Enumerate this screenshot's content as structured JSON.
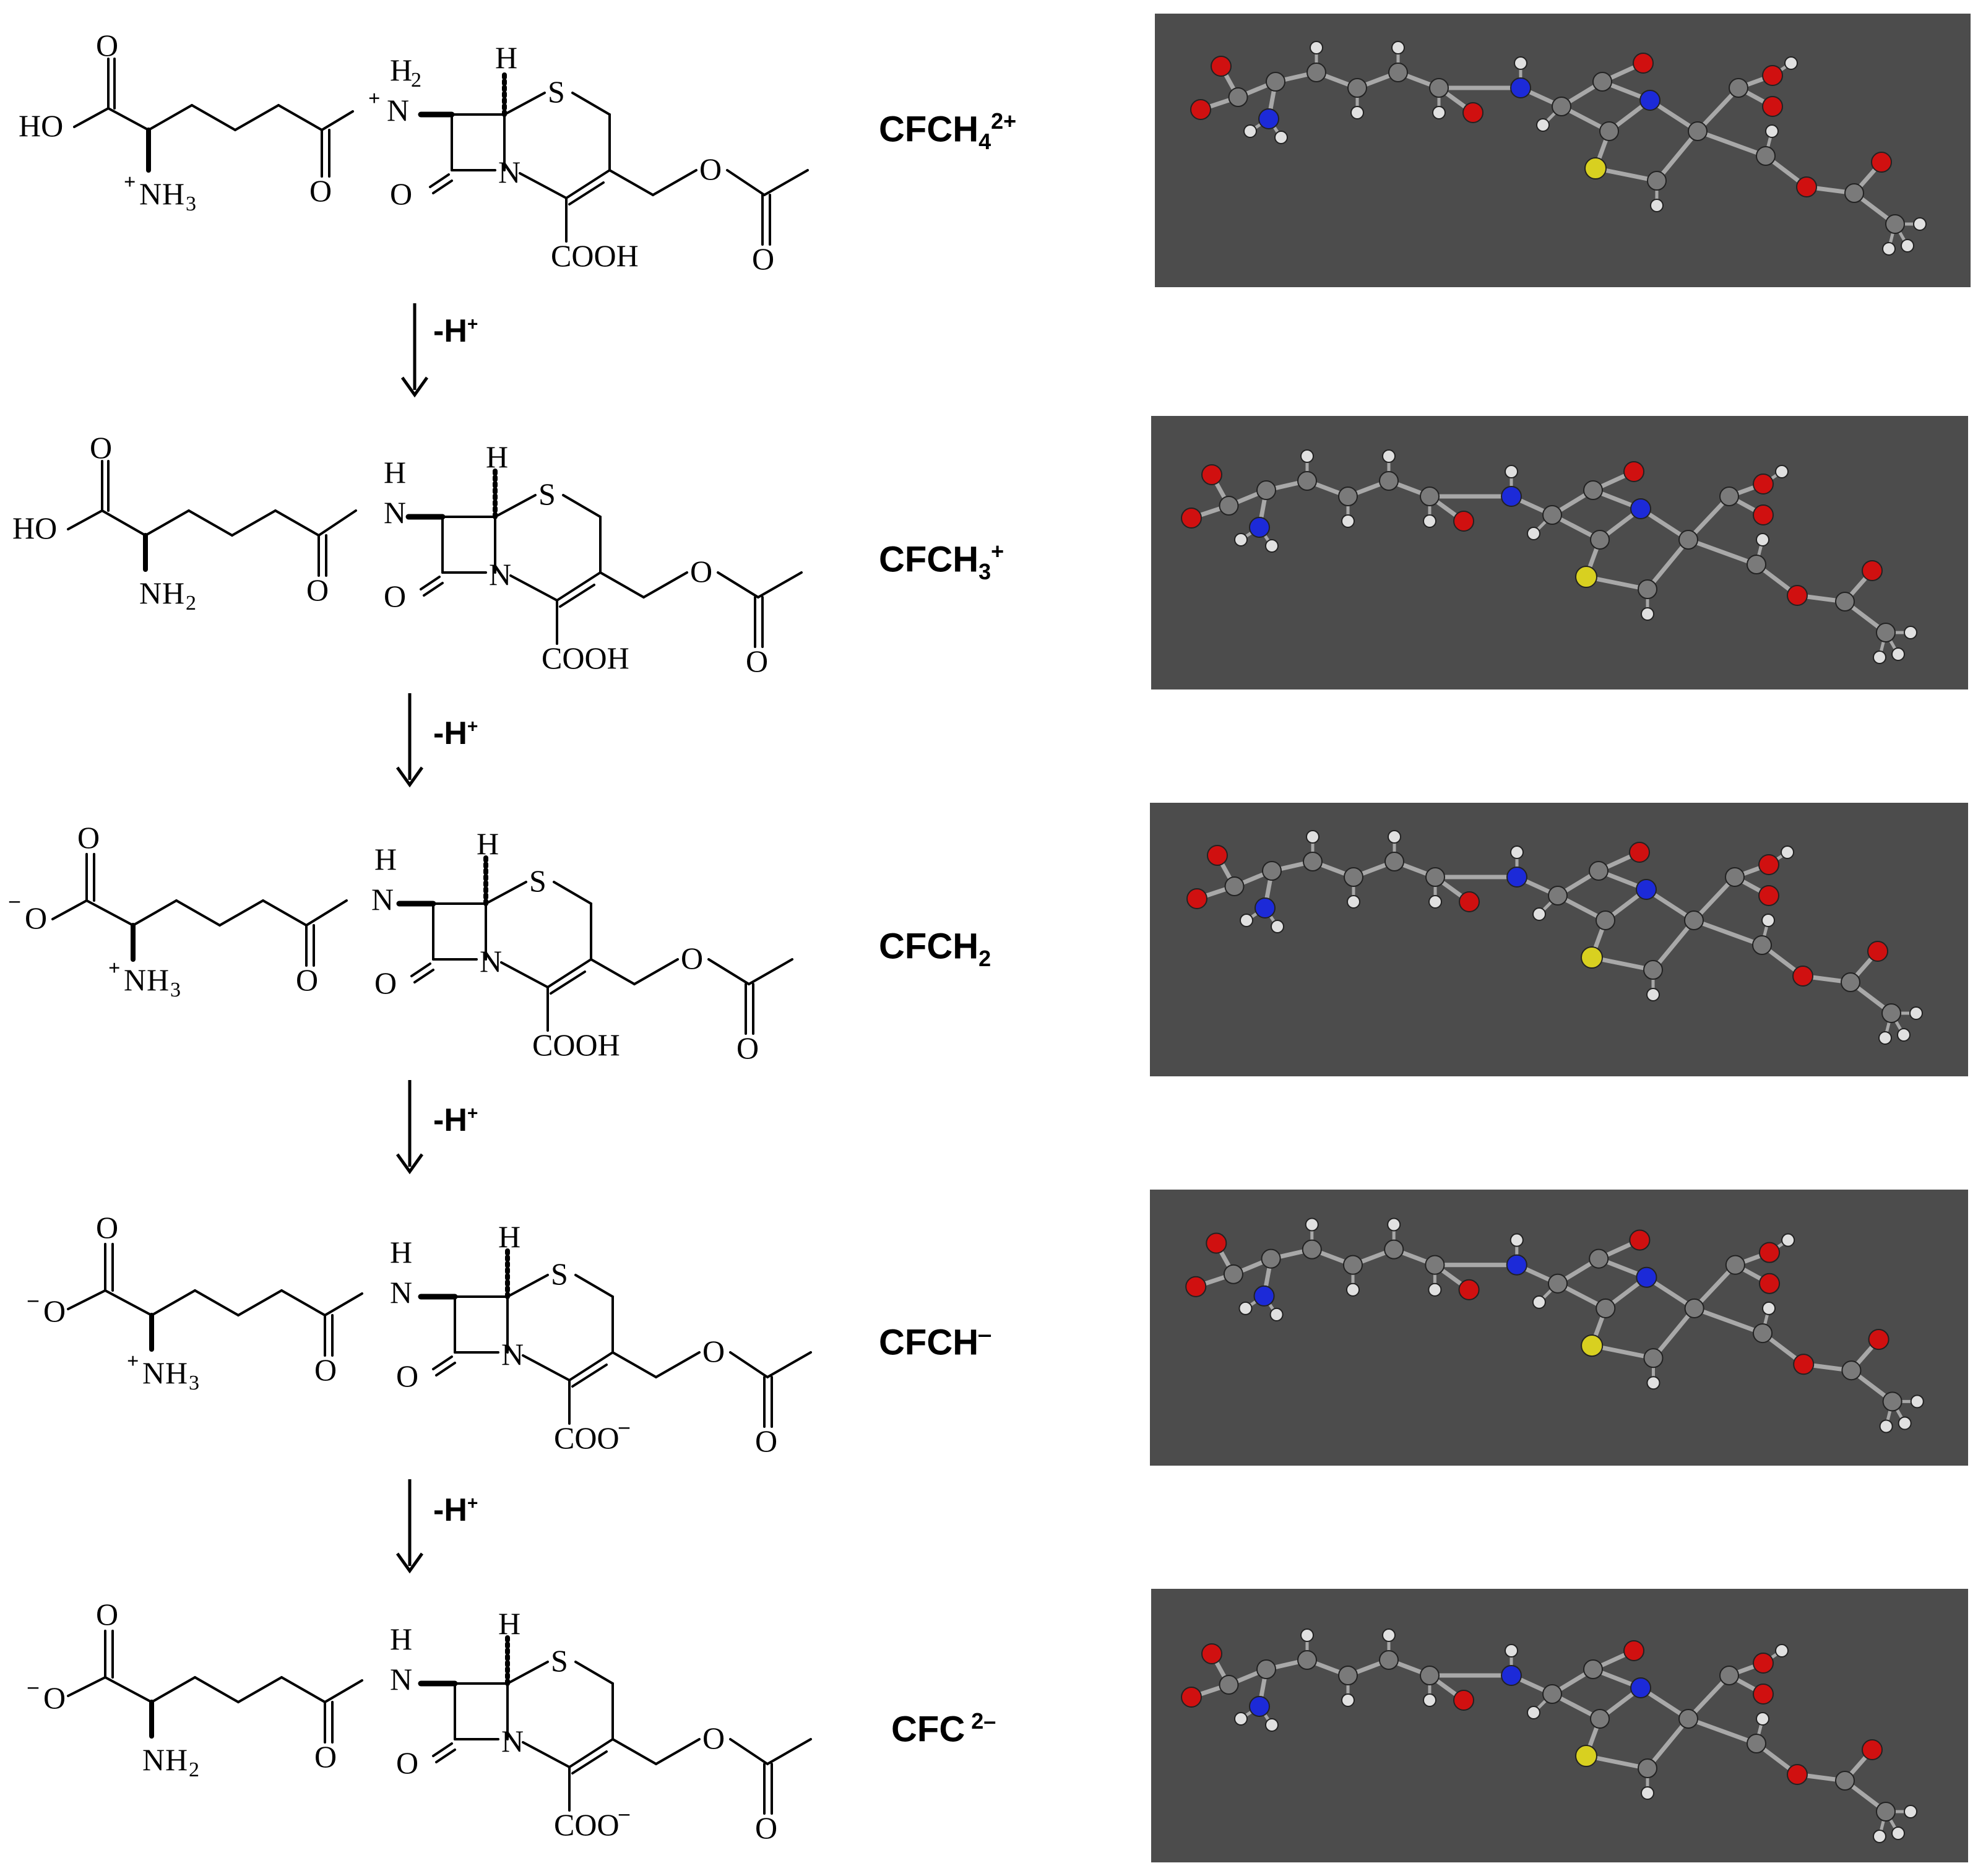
{
  "atoms": {
    "O": "O",
    "HO": "HO",
    "H": "H",
    "H2": "H",
    "S": "S",
    "N": "N",
    "NH": "NH",
    "COOH": "COOH",
    "COO": "COO",
    "minus": "–",
    "plus": "+",
    "sub2": "2",
    "sub3": "3"
  },
  "steps": [
    {
      "label": "-H",
      "sup": "+"
    },
    {
      "label": "-H",
      "sup": "+"
    },
    {
      "label": "-H",
      "sup": "+"
    },
    {
      "label": "-H",
      "sup": "+"
    }
  ],
  "species": [
    {
      "base": "CFCH",
      "sub": "4",
      "sup": "2+"
    },
    {
      "base": "CFCH",
      "sub": "3",
      "sup": "+"
    },
    {
      "base": "CFCH",
      "sub": "2",
      "sup": ""
    },
    {
      "base": "CFCH",
      "sub": "",
      "sup": "‒"
    },
    {
      "base": "CFC",
      "sub": "",
      "sup": " 2–"
    }
  ],
  "colors": {
    "model_background": "#4c4c4c",
    "carbon": "#7a7a7a",
    "hydrogen": "#e0e0e0",
    "oxygen": "#d01010",
    "nitrogen": "#1c2ad8",
    "sulfur": "#d8d020",
    "bond": "#a8a8a8"
  }
}
